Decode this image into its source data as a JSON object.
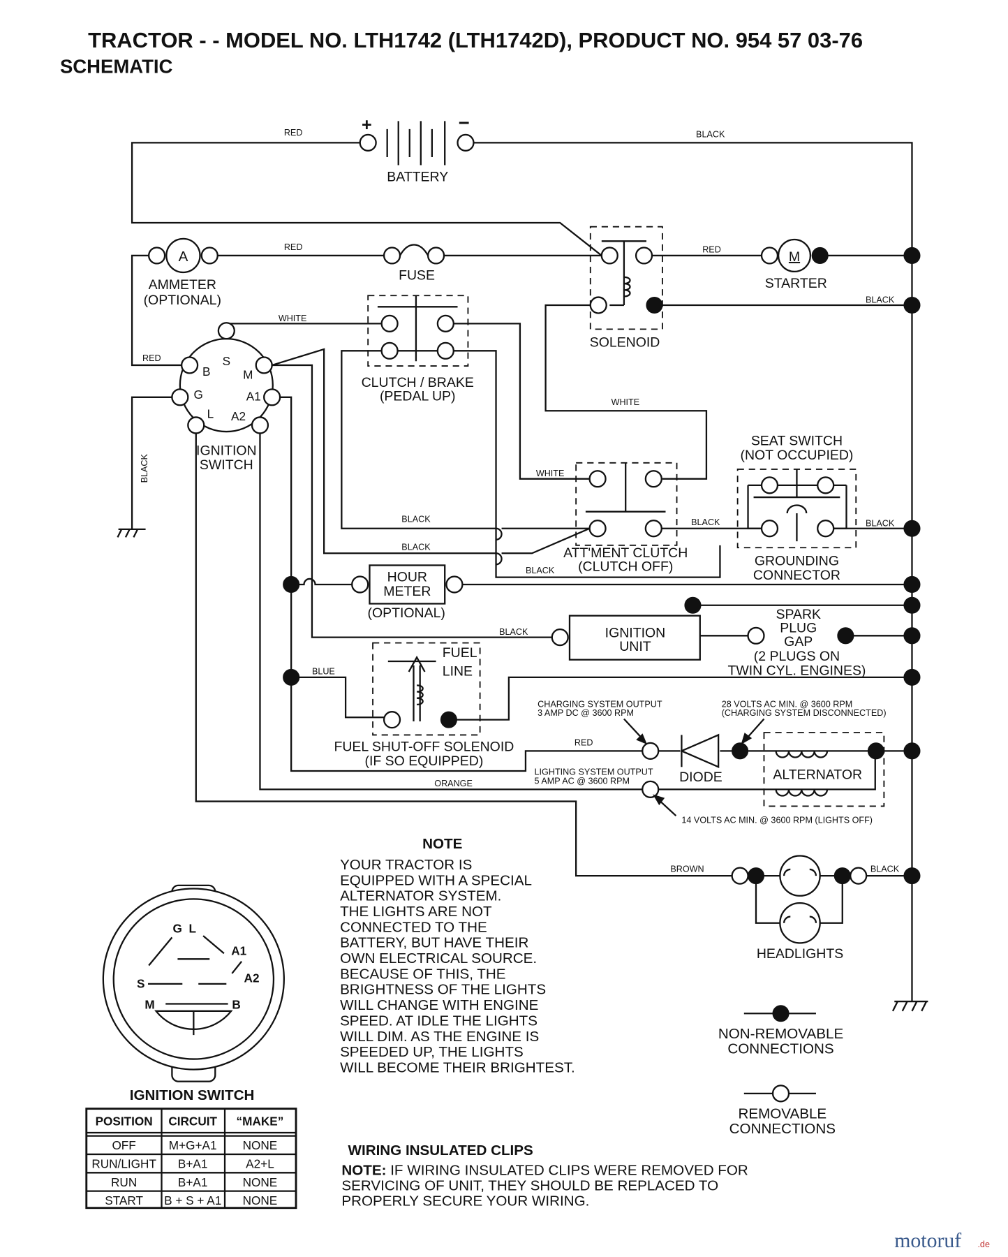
{
  "header": {
    "title": "TRACTOR - - MODEL NO. LTH1742 (LTH1742D), PRODUCT NO. 954 57 03-76",
    "subtitle": "SCHEMATIC"
  },
  "components": {
    "battery": {
      "label": "BATTERY",
      "plus": "+",
      "minus": "−"
    },
    "ammeter": {
      "symbol": "A",
      "label1": "AMMETER",
      "label2": "(OPTIONAL)"
    },
    "fuse": "FUSE",
    "solenoid": "SOLENOID",
    "starter": {
      "symbol": "M",
      "label": "STARTER"
    },
    "ignition_switch": {
      "label1": "IGNITION",
      "label2": "SWITCH",
      "terminals": [
        "S",
        "B",
        "M",
        "G",
        "A1",
        "L",
        "A2"
      ]
    },
    "clutch_brake": {
      "label1": "CLUTCH / BRAKE",
      "label2": "(PEDAL UP)"
    },
    "seat_switch": {
      "label1": "SEAT SWITCH",
      "label2": "(NOT OCCUPIED)"
    },
    "attment_clutch": {
      "label1": "ATT'MENT CLUTCH",
      "label2": "(CLUTCH OFF)"
    },
    "grounding_connector": {
      "label1": "GROUNDING",
      "label2": "CONNECTOR"
    },
    "hour_meter": {
      "label1": "HOUR",
      "label2": "METER",
      "label3": "(OPTIONAL)"
    },
    "ignition_unit": {
      "label1": "IGNITION",
      "label2": "UNIT"
    },
    "spark_plug": {
      "label1": "SPARK",
      "label2": "PLUG",
      "label3": "GAP",
      "label4": "(2 PLUGS ON",
      "label5": "TWIN CYL. ENGINES)"
    },
    "fuel_solenoid": {
      "fuel": "FUEL",
      "line": "LINE",
      "label1": "FUEL SHUT-OFF SOLENOID",
      "label2": "(IF SO EQUIPPED)"
    },
    "diode": "DIODE",
    "alternator": "ALTERNATOR",
    "headlights": "HEADLIGHTS",
    "charging_output": {
      "line1": "CHARGING SYSTEM OUTPUT",
      "line2": "3 AMP DC @ 3600 RPM"
    },
    "volts28": {
      "line1": "28 VOLTS AC MIN. @ 3600 RPM",
      "line2": "(CHARGING SYSTEM DISCONNECTED)"
    },
    "lighting_output": {
      "line1": "LIGHTING SYSTEM OUTPUT",
      "line2": "5 AMP AC @ 3600 RPM"
    },
    "volts14": "14 VOLTS AC MIN. @ 3600 RPM (LIGHTS OFF)"
  },
  "wire_labels": {
    "red": "RED",
    "black": "BLACK",
    "white": "WHITE",
    "blue": "BLUE",
    "orange": "ORANGE",
    "brown": "BROWN"
  },
  "note": {
    "title": "NOTE",
    "lines": [
      "YOUR TRACTOR IS",
      "EQUIPPED WITH A SPECIAL",
      "ALTERNATOR SYSTEM.",
      "THE LIGHTS ARE NOT",
      "CONNECTED TO THE",
      "BATTERY, BUT HAVE THEIR",
      "OWN ELECTRICAL SOURCE.",
      "BECAUSE OF THIS, THE",
      "BRIGHTNESS OF THE LIGHTS",
      "WILL CHANGE WITH ENGINE",
      "SPEED.  AT IDLE THE LIGHTS",
      "WILL DIM.  AS THE ENGINE IS",
      "SPEEDED UP, THE LIGHTS",
      "WILL BECOME THEIR BRIGHTEST."
    ]
  },
  "legend": {
    "non_removable": [
      "NON-REMOVABLE",
      "CONNECTIONS"
    ],
    "removable": [
      "REMOVABLE",
      "CONNECTIONS"
    ]
  },
  "switch_diagram": {
    "title": "IGNITION SWITCH",
    "labels": [
      "G",
      "L",
      "A1",
      "S",
      "A2",
      "M",
      "B"
    ]
  },
  "switch_table": {
    "headers": [
      "POSITION",
      "CIRCUIT",
      "“MAKE”"
    ],
    "rows": [
      [
        "OFF",
        "M+G+A1",
        "NONE"
      ],
      [
        "RUN/LIGHT",
        "B+A1",
        "A2+L"
      ],
      [
        "RUN",
        "B+A1",
        "NONE"
      ],
      [
        "START",
        "B + S + A1",
        "NONE"
      ]
    ]
  },
  "clips": {
    "title": "WIRING INSULATED CLIPS",
    "note_label": "NOTE:",
    "lines": [
      " IF WIRING INSULATED CLIPS WERE REMOVED FOR",
      "SERVICING OF UNIT, THEY SHOULD BE REPLACED TO",
      "PROPERLY SECURE YOUR WIRING."
    ]
  },
  "watermark": {
    "text": "motoruf",
    "suffix": ".de"
  }
}
